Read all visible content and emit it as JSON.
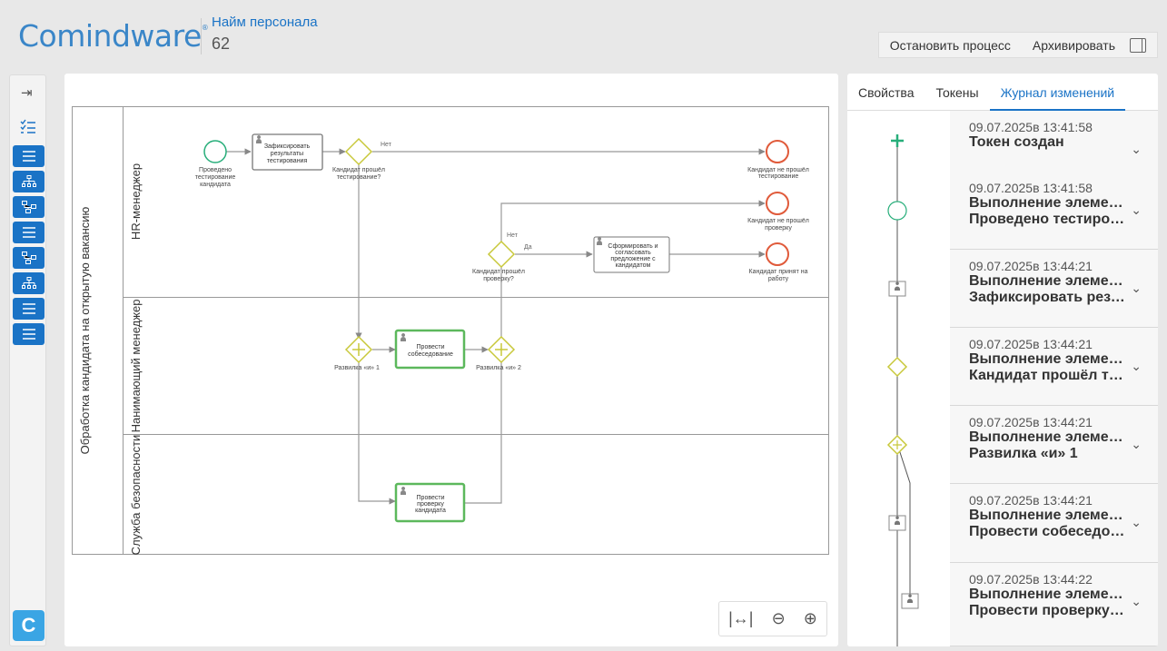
{
  "header": {
    "logo": "Comindware",
    "logo_mark": "®",
    "process_name": "Найм персонала",
    "process_number": "62",
    "actions": [
      "Остановить процесс",
      "Архивировать"
    ]
  },
  "toolbar": {
    "items": [
      "collapse-icon",
      "checklist-icon",
      "list-icon",
      "hierarchy-icon",
      "flow-icon",
      "list-icon",
      "flow-icon",
      "hierarchy-icon",
      "list-icon",
      "list-icon"
    ],
    "logo_letter": "C"
  },
  "diagram": {
    "pool": "Обработка кандидата на открытую вакансию",
    "lanes": [
      "HR-менеджер",
      "Нанимающий менеджер",
      "Служба безопасности"
    ],
    "labels": {
      "start": [
        "Проведено",
        "тестирование",
        "кандидата"
      ],
      "task_fix": [
        "Зафиксировать",
        "результаты",
        "тестирования"
      ],
      "gw_test": [
        "Кандидат прошёл",
        "тестирование?"
      ],
      "no1": "Нет",
      "end_test": [
        "Кандидат не прошёл",
        "тестирование"
      ],
      "end_check": [
        "Кандидат не прошёл",
        "проверку"
      ],
      "no2": "Нет",
      "yes": "Да",
      "gw_check": [
        "Кандидат прошёл",
        "проверку?"
      ],
      "task_offer": [
        "Сформировать и",
        "согласовать",
        "предложение с",
        "кандидатом"
      ],
      "end_hired": [
        "Кандидат принят на",
        "работу"
      ],
      "fork1": "Развилка «и» 1",
      "task_interview": [
        "Провести",
        "собеседование"
      ],
      "fork2": "Развилка «и» 2",
      "task_check": [
        "Провести",
        "проверку",
        "кандидата"
      ]
    }
  },
  "zoom": [
    "fit-width-icon",
    "zoom-out-icon",
    "zoom-in-icon"
  ],
  "panel": {
    "tabs": [
      "Свойства",
      "Токены",
      "Журнал изменений"
    ],
    "active_tab": 2,
    "entries": [
      {
        "date": "09.07.2025в 13:41:58",
        "t1": "Токен создан",
        "t2": ""
      },
      {
        "date": "09.07.2025в 13:41:58",
        "t1": "Выполнение элемента",
        "t2": "Проведено тестирование кандидата"
      },
      {
        "date": "09.07.2025в 13:44:21",
        "t1": "Выполнение элемента",
        "t2": "Зафиксировать результаты тестирования"
      },
      {
        "date": "09.07.2025в 13:44:21",
        "t1": "Выполнение элемента",
        "t2": "Кандидат прошёл тестирование?"
      },
      {
        "date": "09.07.2025в 13:44:21",
        "t1": "Выполнение элемента",
        "t2": "Развилка «и» 1"
      },
      {
        "date": "09.07.2025в 13:44:21",
        "t1": "Выполнение элемента",
        "t2": "Провести собеседование"
      },
      {
        "date": "09.07.2025в 13:44:22",
        "t1": "Выполнение элемента",
        "t2": "Провести проверку кандидата"
      }
    ]
  },
  "colors": {
    "accent": "#1a73c6",
    "start": "#27ae7a",
    "end": "#e05a3a",
    "gateway": "#c8c83a",
    "active_task": "#5cb85c"
  }
}
